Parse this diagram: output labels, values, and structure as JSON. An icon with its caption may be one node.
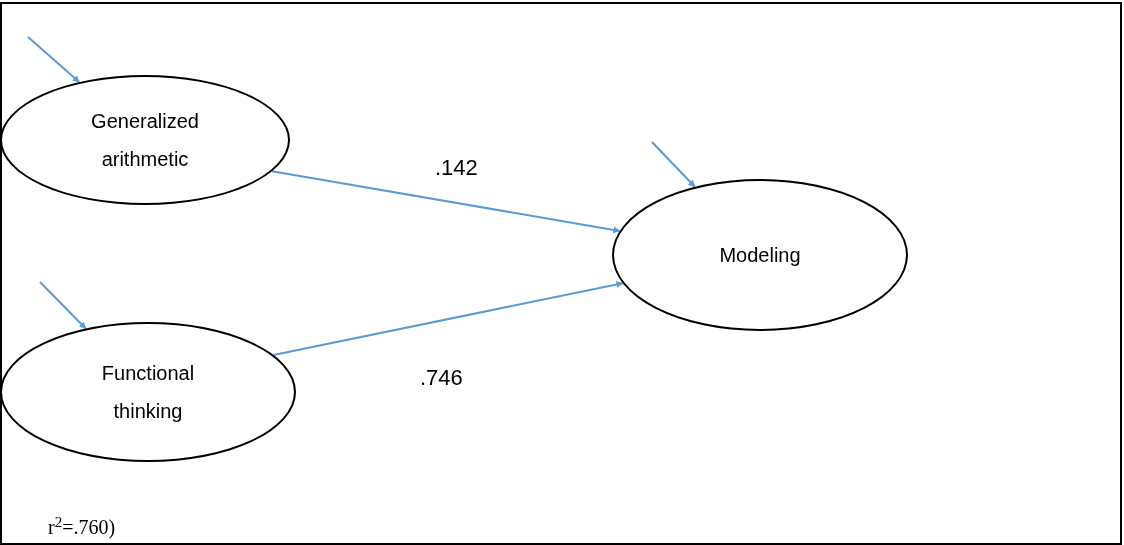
{
  "diagram": {
    "nodes": [
      {
        "text": [
          "Generalized arithmetic"
        ]
      },
      {
        "text": [
          "Functional thinking"
        ]
      },
      {
        "text": [
          "Modeling"
        ]
      }
    ],
    "edges": [
      {
        "from": 0,
        "to": 2,
        "arrow": "to",
        "label": ".142"
      },
      {
        "from": 1,
        "to": 2,
        "arrow": "to",
        "label": ".746"
      },
      {
        "from": null,
        "to": 0,
        "arrow": "to"
      },
      {
        "from": null,
        "to": 1,
        "arrow": "to"
      },
      {
        "from": null,
        "to": 2,
        "arrow": "to"
      }
    ],
    "labels": [
      "r$^{2}$=.760)"
    ]
  }
}
